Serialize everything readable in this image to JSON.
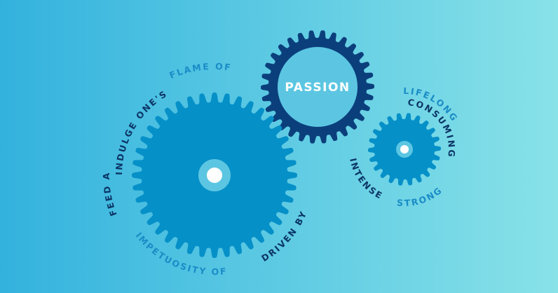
{
  "colors": {
    "bg_left": "#33b2de",
    "bg_right": "#88e2e8",
    "gear_light": "#0690c8",
    "gear_dark": "#0b3f7c",
    "hub": "#5cc6e2",
    "hub_center": "#ffffff",
    "text_medium": "#1a8cc6",
    "text_dark": "#0b3566",
    "passion_text": "#ffffff"
  },
  "center_word": "PASSION",
  "big_gear_words": {
    "flame_of": "FLAME OF",
    "indulge_ones": "INDULGE ONE'S",
    "feed_a": "FEED A",
    "impetuosity_of": "IMPETUOSITY OF",
    "driven_by": "DRIVEN BY"
  },
  "small_gear_words": {
    "lifelong": "LIFELONG",
    "consuming": "CONSUMING",
    "intense": "INTENSE",
    "strong": "STRONG"
  }
}
